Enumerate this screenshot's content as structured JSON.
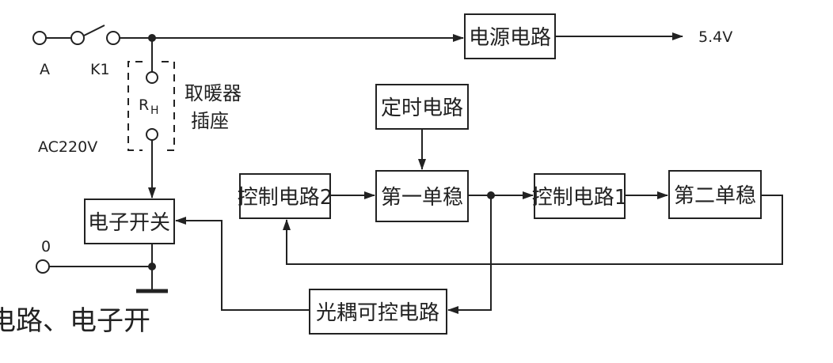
{
  "blocks": {
    "power_circuit": "电源电路",
    "timer_circuit": "定时电路",
    "control_circuit_2": "控制电路2",
    "first_monostable": "第一单稳",
    "control_circuit_1": "控制电路1",
    "second_monostable": "第二单稳",
    "electronic_switch": "电子开关",
    "optocoupler_circuit": "光耦可控电路"
  },
  "labels": {
    "output_voltage": "5.4V",
    "terminal_a": "A",
    "switch_k1": "K1",
    "ac_input": "AC220V",
    "terminal_zero": "0",
    "resistor": "R",
    "resistor_sub": "H",
    "heater_socket_line1": "取暖器",
    "heater_socket_line2": "插座"
  },
  "caption": "电路、电子开"
}
